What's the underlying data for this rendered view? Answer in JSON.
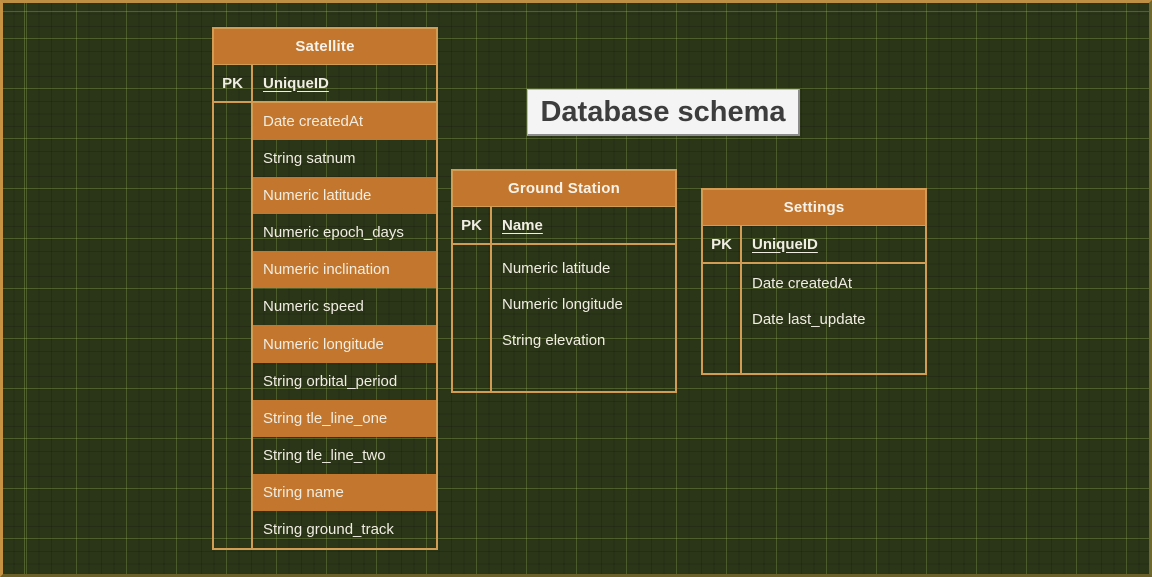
{
  "canvas": {
    "title": "Database schema"
  },
  "colors": {
    "background": "#2b3517",
    "grid_major_line": "#55662c",
    "table_fill_orange": "#c3762e",
    "table_stroke": "#d29c54",
    "table_text": "#f0ede2",
    "title_box_bg": "#f4f4f4",
    "title_text": "#3d3d3d"
  },
  "tables": [
    {
      "name": "Satellite",
      "pk_label": "PK",
      "pk_field": "UniqueID",
      "fields": [
        "Date createdAt",
        "String satnum",
        "Numeric latitude",
        "Numeric epoch_days",
        "Numeric inclination",
        "Numeric speed",
        "Numeric longitude",
        "String orbital_period",
        "String tle_line_one",
        "String tle_line_two",
        "String name",
        "String ground_track"
      ]
    },
    {
      "name": "Ground Station",
      "pk_label": "PK",
      "pk_field": "Name",
      "fields": [
        "Numeric latitude",
        "Numeric longitude",
        "String elevation"
      ]
    },
    {
      "name": "Settings",
      "pk_label": "PK",
      "pk_field": "UniqueID",
      "fields": [
        "Date createdAt",
        "Date last_update"
      ]
    }
  ]
}
